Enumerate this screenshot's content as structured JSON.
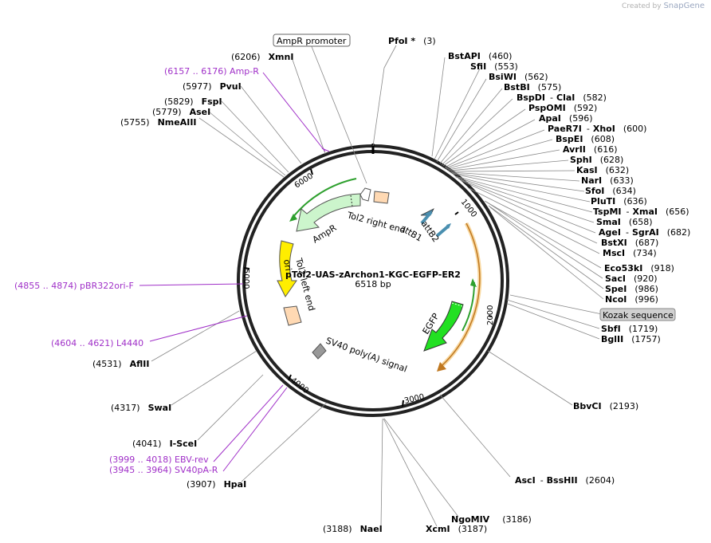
{
  "credit": {
    "prefix": "Created by",
    "brand": "SnapGene"
  },
  "plasmid": {
    "name": "pTol2-UAS-zArchon1-KGC-EGFP-ER2",
    "size": "6518 bp",
    "length": 6518
  },
  "ticks": [
    "1000",
    "2000",
    "3000",
    "4000",
    "5000",
    "6000"
  ],
  "sites": [
    {
      "id": "pfoi",
      "name": "PfoI *",
      "pos": "(3)"
    },
    {
      "id": "bstapi",
      "name": "BstAPI",
      "pos": "(460)"
    },
    {
      "id": "sfii",
      "name": "SfiI",
      "pos": "(553)"
    },
    {
      "id": "bsiwi",
      "name": "BsiWI",
      "pos": "(562)"
    },
    {
      "id": "bstbi",
      "name": "BstBI",
      "pos": "(575)"
    },
    {
      "id": "bspdi",
      "name": "BspDI",
      "pos": "(582)",
      "alt": "ClaI"
    },
    {
      "id": "pspomi",
      "name": "PspOMI",
      "pos": "(592)"
    },
    {
      "id": "apai",
      "name": "ApaI",
      "pos": "(596)"
    },
    {
      "id": "paer7i",
      "name": "PaeR7I",
      "pos": "(600)",
      "alt": "XhoI"
    },
    {
      "id": "bspei",
      "name": "BspEI",
      "pos": "(608)"
    },
    {
      "id": "avrii",
      "name": "AvrII",
      "pos": "(616)"
    },
    {
      "id": "sphi",
      "name": "SphI",
      "pos": "(628)"
    },
    {
      "id": "kasi",
      "name": "KasI",
      "pos": "(632)"
    },
    {
      "id": "nari",
      "name": "NarI",
      "pos": "(633)"
    },
    {
      "id": "sfoi",
      "name": "SfoI",
      "pos": "(634)"
    },
    {
      "id": "pluti",
      "name": "PluTI",
      "pos": "(636)"
    },
    {
      "id": "tspmi",
      "name": "TspMI",
      "pos": "(656)",
      "alt": "XmaI"
    },
    {
      "id": "smai",
      "name": "SmaI",
      "pos": "(658)"
    },
    {
      "id": "agei",
      "name": "AgeI",
      "pos": "(682)",
      "alt": "SgrAI"
    },
    {
      "id": "bstxi",
      "name": "BstXI",
      "pos": "(687)"
    },
    {
      "id": "msci",
      "name": "MscI",
      "pos": "(734)"
    },
    {
      "id": "eco53ki",
      "name": "Eco53kI",
      "pos": "(918)"
    },
    {
      "id": "saci",
      "name": "SacI",
      "pos": "(920)"
    },
    {
      "id": "spei",
      "name": "SpeI",
      "pos": "(986)"
    },
    {
      "id": "ncoi",
      "name": "NcoI",
      "pos": "(996)"
    },
    {
      "id": "sbfi",
      "name": "SbfI",
      "pos": "(1719)"
    },
    {
      "id": "bglii",
      "name": "BglII",
      "pos": "(1757)"
    },
    {
      "id": "bbvci",
      "name": "BbvCI",
      "pos": "(2193)"
    },
    {
      "id": "asci",
      "name": "AscI",
      "pos": "(2604)",
      "alt": "BssHII"
    },
    {
      "id": "ngomiv",
      "name": "NgoMIV",
      "pos": "(3186)"
    },
    {
      "id": "xcmi",
      "name": "XcmI",
      "pos": "(3187)"
    },
    {
      "id": "naei",
      "name": "NaeI",
      "pos": "(3188)"
    },
    {
      "id": "hpai",
      "name": "HpaI",
      "pos": "(3907)"
    },
    {
      "id": "scei",
      "name": "I-SceI",
      "pos": "(4041)"
    },
    {
      "id": "swai",
      "name": "SwaI",
      "pos": "(4317)"
    },
    {
      "id": "aflii",
      "name": "AflII",
      "pos": "(4531)"
    },
    {
      "id": "nmeaiii",
      "name": "NmeAIII",
      "pos": "(5755)"
    },
    {
      "id": "asei",
      "name": "AseI",
      "pos": "(5779)"
    },
    {
      "id": "fspi",
      "name": "FspI",
      "pos": "(5829)"
    },
    {
      "id": "pvui",
      "name": "PvuI",
      "pos": "(5977)"
    },
    {
      "id": "xmni",
      "name": "XmnI",
      "pos": "(6206)"
    }
  ],
  "primers": [
    {
      "id": "ampr-primer",
      "text": "(6157 .. 6176)  Amp-R"
    },
    {
      "id": "pbr322",
      "text": "(4855 .. 4874)  pBR322ori-F"
    },
    {
      "id": "l4440",
      "text": "(4604 .. 4621)  L4440"
    },
    {
      "id": "ebv-rev",
      "text": "(3999 .. 4018)  EBV-rev"
    },
    {
      "id": "sv40pa-r",
      "text": "(3945 .. 3964)  SV40pA-R"
    }
  ],
  "boxed": {
    "ampr_promoter": "AmpR promoter",
    "kozak": "Kozak sequence"
  },
  "features": {
    "tol2_right": "Tol2 right end",
    "attb1": "attB1",
    "attb2": "attB2",
    "egfp": "EGFP",
    "sv40": "SV40 poly(A) signal",
    "ampr": "AmpR",
    "ori": "ori",
    "tol2_left_a": "Tol2",
    "tol2_left_b": "left end"
  },
  "colors": {
    "backbone": "#222222",
    "ampr": "#ccf5cc",
    "egfp": "#22e022",
    "ori": "#ffee00",
    "tol2": "#ffd9b3",
    "attb": "#4a8fb0",
    "sv40": "#999999",
    "primer": "#a030c8",
    "orf": "#e8a040",
    "orf_inner": "#2ea02e",
    "kozak_bg": "#d0d0d0"
  }
}
